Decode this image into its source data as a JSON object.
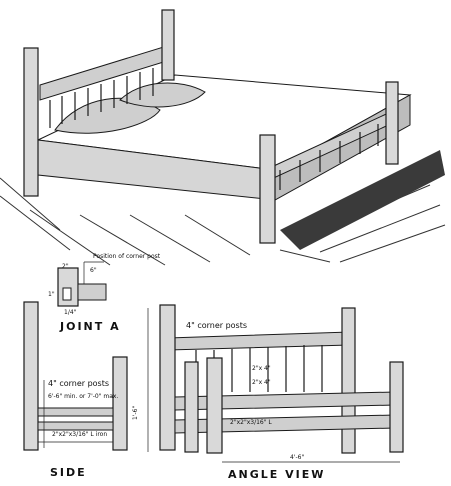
{
  "labels": {
    "position_corner_post": "Position of corner post",
    "joint": "JOINT A",
    "side_corner_posts": "4\" corner posts",
    "angle_corner_posts": "4\" corner posts",
    "side_rail_dim": "6'-6\" min. or 7'-0\" max.",
    "iron_dim": "2\"x2\"x3/16\" L iron",
    "angle_iron_dim": "2\"x2\"x3/16\" L",
    "slat_dim_1": "2\"x 4\"",
    "slat_dim_2": "2\"x 4\"",
    "height_dim": "1'-6\"",
    "width_dim": "4'-6\"",
    "side_caption": "SIDE",
    "angle_caption": "ANGLE VIEW",
    "joint_dim_a": "2\"",
    "joint_dim_b": "6\"",
    "joint_dim_c": "1\"",
    "joint_dim_d": "1/4\""
  }
}
